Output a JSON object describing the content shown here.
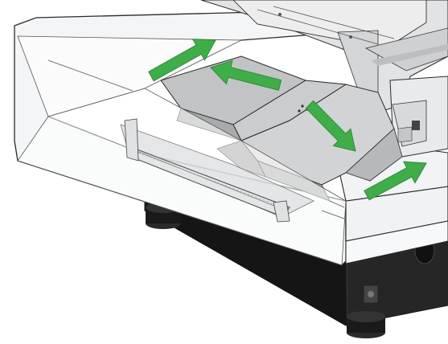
{
  "colors": {
    "background": "#ffffff",
    "base": "#1e1e1e",
    "base_dark": "#0d0d0d",
    "enclosure": "#f4f5f7",
    "enclosure_edge": "#2a2a2a",
    "door_glass": "#e6e8ec",
    "chip_plate": "#c2c3c5",
    "chip_plate_light": "#d2d3d4",
    "chip_plate_dark": "#a9aaac",
    "spindle_head": "#e9eaeb",
    "arrow_fill": "#3fae49",
    "arrow_edge": "#2f8a36"
  },
  "arrows": [
    {
      "name": "flow-arrow-left-rear",
      "direction": "up-right"
    },
    {
      "name": "flow-arrow-center",
      "direction": "up-left"
    },
    {
      "name": "flow-arrow-right-diagonal",
      "direction": "down-right"
    },
    {
      "name": "flow-arrow-right-front",
      "direction": "up-right"
    }
  ]
}
